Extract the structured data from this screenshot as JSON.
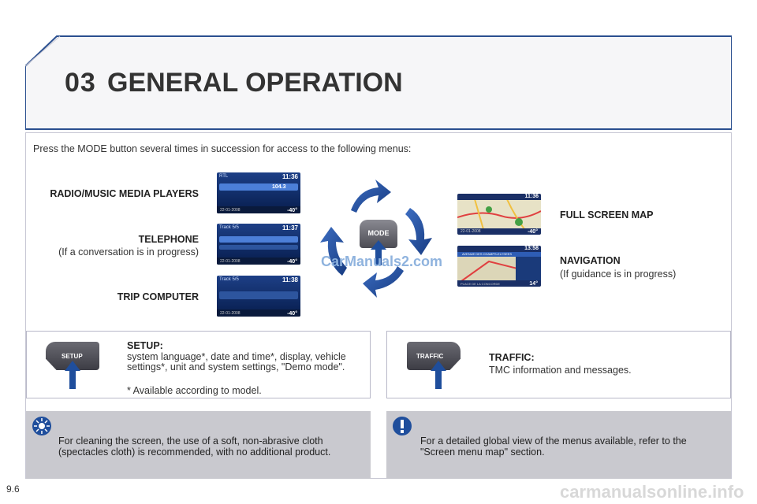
{
  "header": {
    "chapter": "03",
    "title": "GENERAL OPERATION"
  },
  "intro": "Press the MODE button several times in succession for access to the following menus:",
  "left_menus": [
    {
      "label": "RADIO/MUSIC MEDIA PLAYERS",
      "note": ""
    },
    {
      "label": "TELEPHONE",
      "note": "(If a conversation is in progress)"
    },
    {
      "label": "TRIP COMPUTER",
      "note": ""
    }
  ],
  "right_menus": [
    {
      "label": "FULL SCREEN MAP",
      "note": ""
    },
    {
      "label": "NAVIGATION",
      "note": "(If guidance is in progress)"
    }
  ],
  "mode_button": "MODE",
  "screens": {
    "radio": {
      "top": "RTL",
      "time": "11:36",
      "freq": "104.3",
      "date": "22-01-2008",
      "temp": "-40°"
    },
    "telephone": {
      "top": "Track 5/5",
      "time": "11:37",
      "date": "22-01-2008",
      "temp": "-40°"
    },
    "trip": {
      "top": "Track 5/5",
      "time": "11:38",
      "date": "22-01-2008",
      "temp": "-40°"
    },
    "map": {
      "time": "11:36",
      "date": "22-01-2008",
      "temp": "-40°"
    },
    "nav": {
      "time": "13:58",
      "street": "AVENUE DES CHAMPS-ELYSEES",
      "place": "PLACE DE LA CONCORDE",
      "temp": "14°"
    }
  },
  "setup": {
    "button": "SETUP",
    "heading": "SETUP:",
    "text_line1": "system language*, date and time*, display, vehicle",
    "text_line2": "settings*, unit and system settings, \"Demo mode\".",
    "footnote": "* Available according to model."
  },
  "traffic": {
    "button": "TRAFFIC",
    "heading": "TRAFFIC:",
    "text": "TMC information and messages."
  },
  "notes": {
    "cleaning_line1": "For cleaning the screen, the use of a soft, non-abrasive cloth",
    "cleaning_line2": "(spectacles cloth) is recommended, with no additional product.",
    "map_line1": "For a detailed global view of the menus available, refer to the",
    "map_line2": "\"Screen menu map\" section."
  },
  "page_number": "9.6",
  "watermark_site": "CarManuals2.com",
  "watermark_footer": "carmanualsonline.info",
  "colors": {
    "accent_blue": "#2a4f8f",
    "arrow_blue": "#1f4e9c",
    "screen_blue": "#0b2a66",
    "note_grey": "#c9c9cf"
  }
}
